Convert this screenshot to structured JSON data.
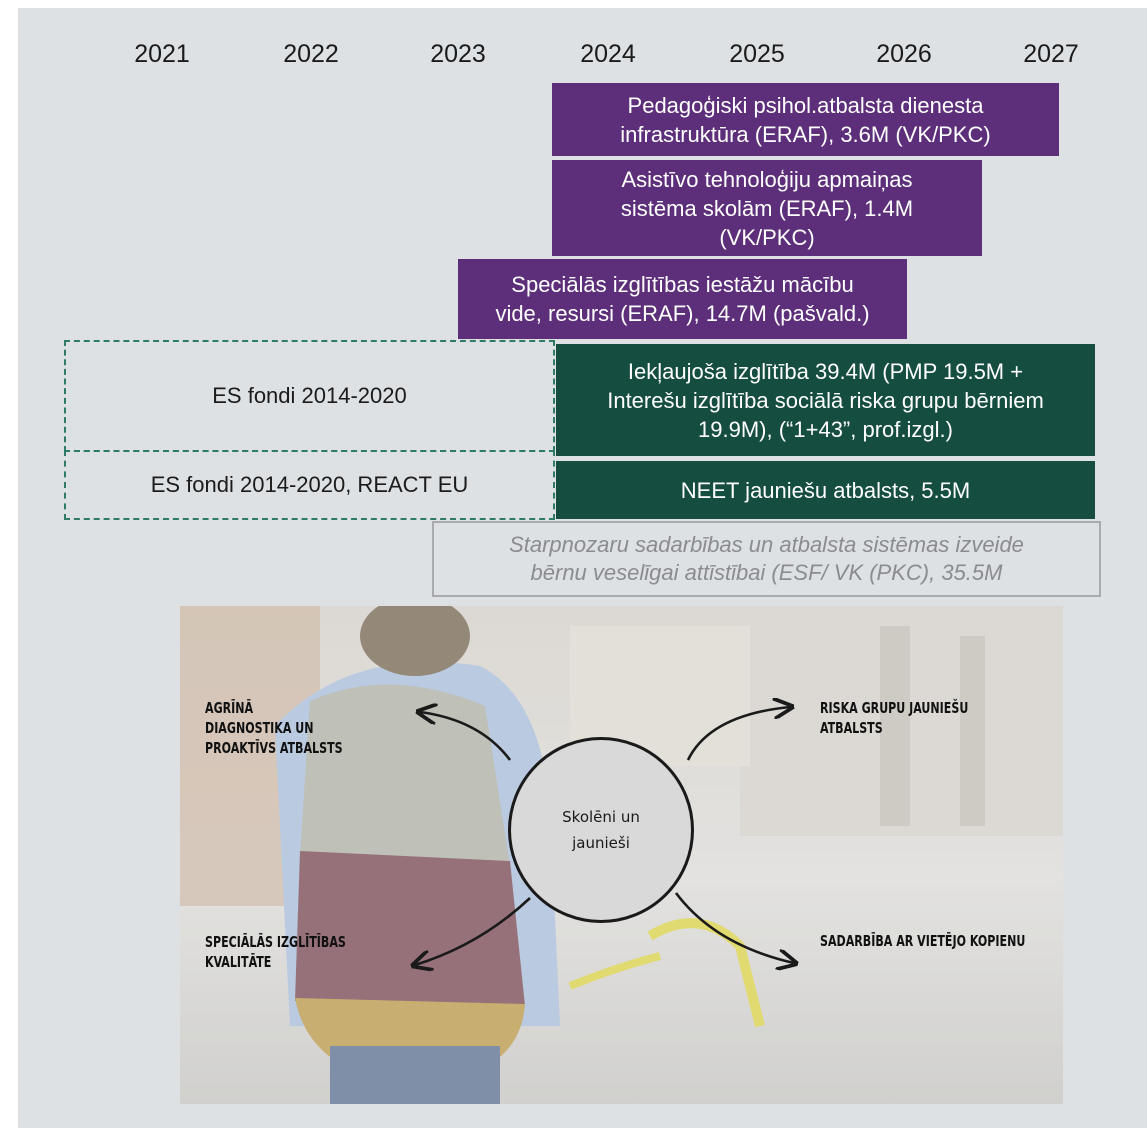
{
  "timeline": {
    "years": [
      "2021",
      "2022",
      "2023",
      "2024",
      "2025",
      "2026",
      "2027"
    ],
    "bars": [
      {
        "id": "pedagogiski",
        "text": "Pedagoģiski psihol.atbalsta dienesta\ninfrastruktūra (ERAF), 3.6M (VK/PKC)",
        "color": "#5d2f7a"
      },
      {
        "id": "asistivo",
        "text": "Asistīvo tehnoloģiju apmaiņas\nsistēma skolām (ERAF), 1.4M\n(VK/PKC)",
        "color": "#5d2f7a"
      },
      {
        "id": "specialas",
        "text": "Speciālās izglītības iestāžu mācību\nvide, resursi (ERAF), 14.7M (pašvald.)",
        "color": "#5d2f7a"
      },
      {
        "id": "ieklaujosa",
        "text": "Iekļaujoša izglītība 39.4M (PMP 19.5M +\nInterešu izglītība sociālā riska grupu bērniem\n19.9M), (“1+43”, prof.izgl.)",
        "color": "#154d40"
      },
      {
        "id": "neet",
        "text": "NEET jauniešu atbalsts, 5.5M",
        "color": "#154d40"
      }
    ],
    "dashed_boxes": [
      {
        "id": "es-fondi",
        "text": "ES fondi 2014-2020"
      },
      {
        "id": "es-fondi-react",
        "text": "ES fondi 2014-2020, REACT EU"
      }
    ],
    "grey_box": "Starpnozaru sadarbības un atbalsta sistēmas izveide\nbērnu veselīgai attīstībai (ESF/ VK (PKC), 35.5M"
  },
  "diagram": {
    "center": "Skolēni un\njaunieši",
    "labels": {
      "top_left": "AGRĪNĀ\nDIAGNOSTIKA UN\nPROAKTĪVS ATBALSTS",
      "top_right": "RISKA GRUPU JAUNIEŠU\nATBALSTS",
      "bottom_left": "SPECIĀLĀS IZGLĪTĪBAS\nKVALITĀTE",
      "bottom_right": "SADARBĪBA AR VIETĒJO KOPIENU"
    }
  },
  "colors": {
    "purple": "#5d2f7a",
    "green": "#154d40",
    "dashed": "#2f7a68",
    "panel": "#dde1e4"
  }
}
